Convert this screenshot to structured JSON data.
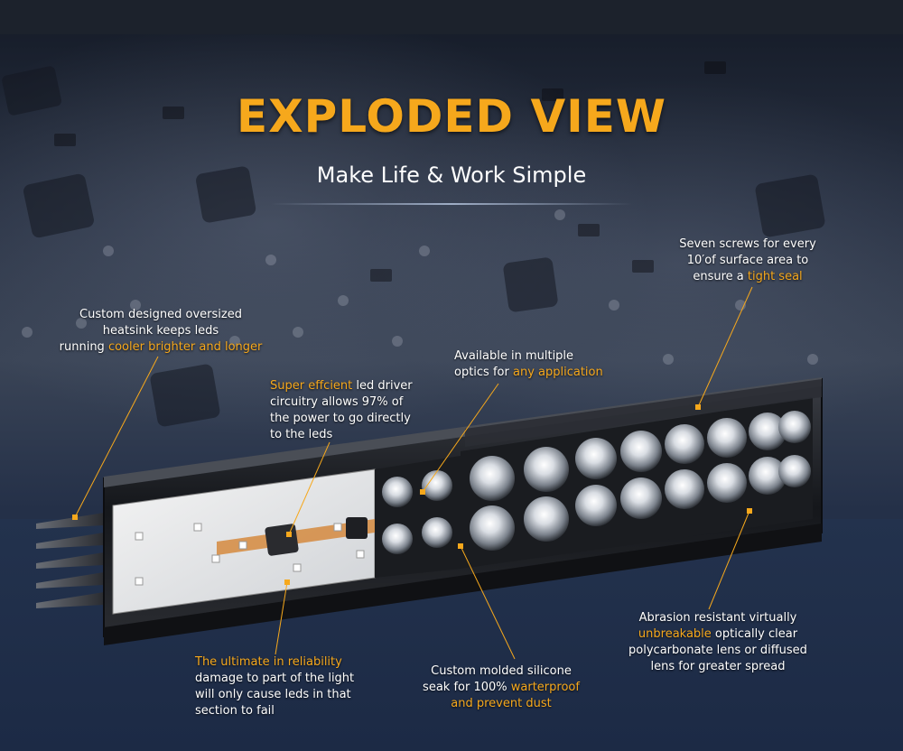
{
  "heading": "EXPLODED VIEW",
  "subheading": "Make Life & Work Simple",
  "colors": {
    "accent": "#f6a81c",
    "text": "#ffffff",
    "leader": "#f6a81c"
  },
  "callouts": {
    "heatsink": {
      "line1": "Custom designed oversized",
      "line2": "heatsink keeps leds",
      "line3_pre": "running ",
      "line3_hl": "cooler brighter and longer"
    },
    "driver": {
      "line1_hl": "Super effcient",
      "line1_post": " led driver",
      "line2": "circuitry allows 97% of",
      "line3": "the power to go directly",
      "line4": "to the leds"
    },
    "optics": {
      "line1": "Available in multiple",
      "line2_pre": "optics for ",
      "line2_hl": "any application"
    },
    "screws": {
      "line1": "Seven screws for every",
      "line2": "10′of surface area to",
      "line3_pre": "ensure a ",
      "line3_hl": "tight seal"
    },
    "reliability": {
      "line1_hl": "The ultimate in reliability",
      "line2": "damage to part of the light",
      "line3": "will only cause leds in that",
      "line4": "section to fail"
    },
    "silicone": {
      "line1": "Custom molded silicone",
      "line2_pre": "seak for 100% ",
      "line2_hl": "warterproof",
      "line3_hl": "and prevent dust"
    },
    "lens": {
      "line1": "Abrasion resistant virtually",
      "line2_hl": "unbreakable",
      "line2_post": " optically clear",
      "line3": "polycarbonate lens or diffused",
      "line4": "lens for greater spread"
    }
  }
}
